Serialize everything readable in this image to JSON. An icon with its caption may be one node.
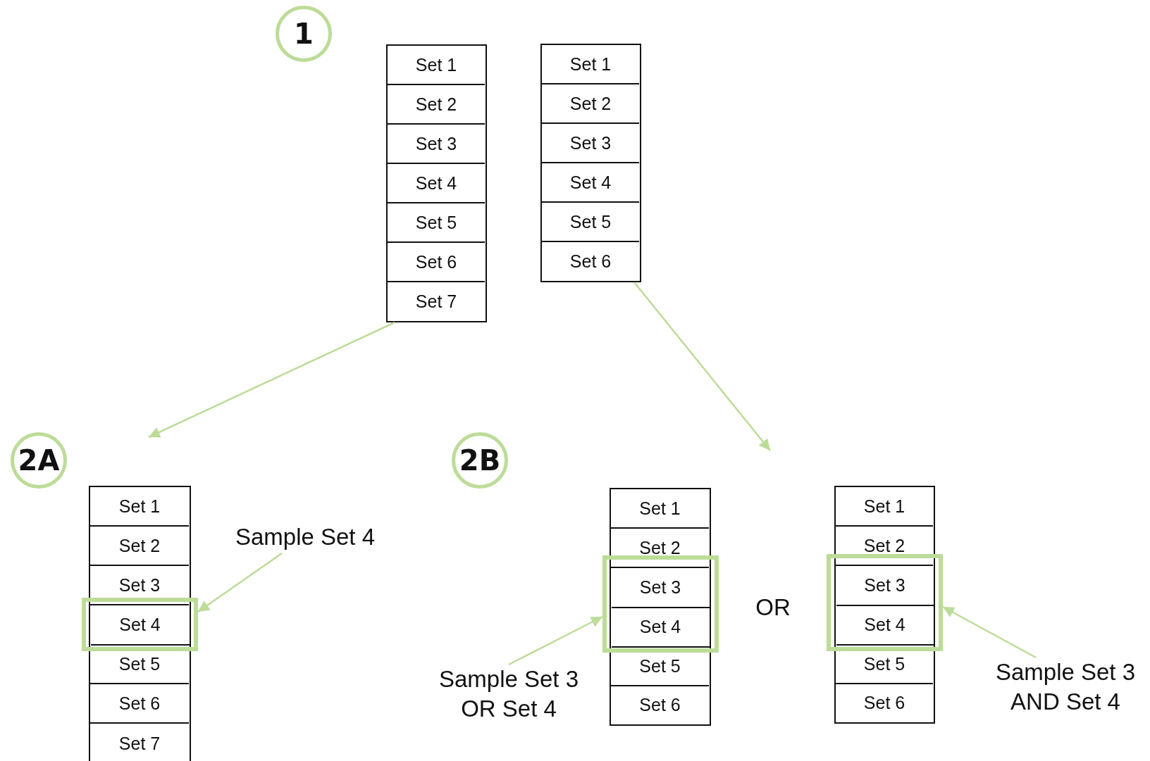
{
  "diagram": {
    "nodes": [
      {
        "text": [
          "1"
        ]
      },
      {
        "text": [],
        "shape": "box"
      },
      {
        "text": [
          "Set 1"
        ],
        "in": 1
      },
      {
        "text": [
          "Set 2"
        ],
        "in": 1
      },
      {
        "text": [
          "Set 3"
        ],
        "in": 1
      },
      {
        "text": [
          "Set 4"
        ],
        "in": 1
      },
      {
        "text": [
          "Set 5"
        ],
        "in": 1
      },
      {
        "text": [
          "Set 6"
        ],
        "in": 1
      },
      {
        "text": [
          "Set 7"
        ],
        "in": 1
      },
      {
        "text": [],
        "shape": "box"
      },
      {
        "text": [
          "Set 1"
        ],
        "in": 9
      },
      {
        "text": [
          "Set 2"
        ],
        "in": 9
      },
      {
        "text": [
          "Set 3"
        ],
        "in": 9
      },
      {
        "text": [
          "Set 4"
        ],
        "in": 9
      },
      {
        "text": [
          "Set 5"
        ],
        "in": 9
      },
      {
        "text": [
          "Set 6"
        ],
        "in": 9
      },
      {
        "text": [
          "2A"
        ]
      },
      {
        "text": [],
        "shape": "box"
      },
      {
        "text": [
          "Set 1"
        ],
        "in": 17
      },
      {
        "text": [
          "Set 2"
        ],
        "in": 17
      },
      {
        "text": [
          "Set 3"
        ],
        "in": 17
      },
      {
        "text": [],
        "shape": "box"
      },
      {
        "text": [
          "Set 4"
        ],
        "in": 21
      },
      {
        "text": [
          "Set 5"
        ],
        "in": 17
      },
      {
        "text": [
          "Set 6"
        ],
        "in": 17
      },
      {
        "text": [
          "Set 7"
        ],
        "in": 17
      },
      {
        "text": [
          "Sample Set 4"
        ]
      },
      {
        "text": [
          "2B"
        ]
      },
      {
        "text": [],
        "shape": "box"
      },
      {
        "text": [
          "Set 1"
        ],
        "in": 28
      },
      {
        "text": [
          "Set 2"
        ],
        "in": 28
      },
      {
        "text": [],
        "shape": "box"
      },
      {
        "text": [
          "Set 3"
        ],
        "in": 31
      },
      {
        "text": [
          "Set 4"
        ],
        "in": 31
      },
      {
        "text": [
          "Set 5"
        ],
        "in": 28
      },
      {
        "text": [
          "Set 6"
        ],
        "in": 28
      },
      {
        "text": [
          "Sample Set 3 OR Set 4"
        ]
      },
      {
        "text": [],
        "shape": "box"
      },
      {
        "text": [
          "Set 1"
        ],
        "in": 37
      },
      {
        "text": [
          "Set 2"
        ],
        "in": 37
      },
      {
        "text": [],
        "shape": "box"
      },
      {
        "text": [
          "Set 3"
        ],
        "in": 40
      },
      {
        "text": [
          "Set 4"
        ],
        "in": 40
      },
      {
        "text": [
          "Set 5"
        ],
        "in": 37
      },
      {
        "text": [
          "Set 6"
        ],
        "in": 37
      },
      {
        "text": [
          "Sample Set 3 AND Set 4"
        ]
      }
    ],
    "edges": [
      {
        "from": 1,
        "to": null,
        "arrow": "to"
      },
      {
        "from": 9,
        "to": null,
        "arrow": "to"
      },
      {
        "from": 26,
        "to": 21,
        "arrow": "to"
      },
      {
        "from": 36,
        "to": 31,
        "arrow": "to"
      },
      {
        "from": 45,
        "to": 40,
        "arrow": "to"
      }
    ],
    "labels": [
      "OR"
    ]
  }
}
